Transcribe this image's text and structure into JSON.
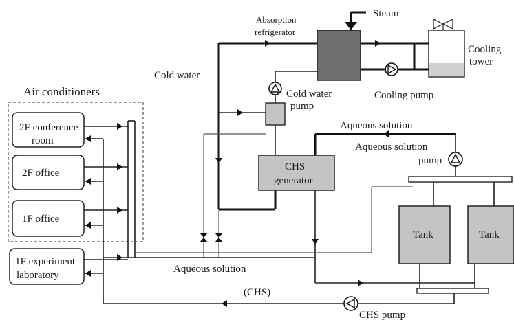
{
  "labels": {
    "absorption_refrigerator": [
      "Absorption",
      "refrigerator"
    ],
    "steam": "Steam",
    "cooling_tower": [
      "Cooling",
      "tower"
    ],
    "cold_water": "Cold water",
    "cold_water_pump": [
      "Cold water",
      "pump"
    ],
    "cooling_pump": "Cooling pump",
    "air_conditioners": "Air conditioners",
    "conference_room": [
      "2F conference",
      "room"
    ],
    "office_2f": "2F office",
    "office_1f": "1F office",
    "experiment_lab": [
      "1F experiment",
      "laboratory"
    ],
    "aqueous_solution_top": "Aqueous solution",
    "aqueous_solution_pump": [
      "Aqueous solution",
      "pump"
    ],
    "chs_generator": [
      "CHS",
      "generator"
    ],
    "tank_left": "Tank",
    "tank_right": "Tank",
    "aqueous_solution_bottom": "Aqueous solution",
    "chs": "(CHS)",
    "chs_pump": "CHS pump"
  },
  "colors": {
    "equipment_fill": "#c4c4c4",
    "refrigerator_fill": "#6e6e6e",
    "tower_water": "#d0d0d0",
    "pipe": "#1a1a1a"
  }
}
